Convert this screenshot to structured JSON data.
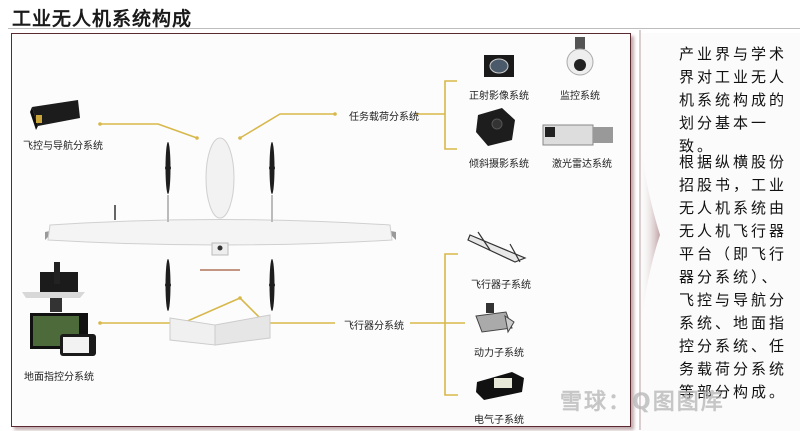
{
  "title": "工业无人机系统构成",
  "diagram": {
    "center": "工业无人机（垂直起降固定翼）",
    "nodes": {
      "flight_control": "飞控与导航分系统",
      "ground_control": "地面指控分系统",
      "payload": "任务载荷分系统",
      "aircraft": "飞行器分系统"
    },
    "payload_children": [
      "正射影像系统",
      "监控系统",
      "倾斜摄影系统",
      "激光雷达系统"
    ],
    "aircraft_children": [
      "飞行器子系统",
      "动力子系统",
      "电气子系统"
    ],
    "connector_color": "#d8b84a",
    "frame_color": "#5a2a30"
  },
  "side_panel": {
    "paragraph1": "产业界与学术界对工业无人机系统构成的划分基本一致。",
    "paragraph2": "根据纵横股份招股书，工业无人机系统由无人机飞行器平台（即飞行器分系统）、飞控与导航分系统、地面指控分系统、任务载荷分系统等部分构成。"
  },
  "watermark": "雪球：Q图图库"
}
